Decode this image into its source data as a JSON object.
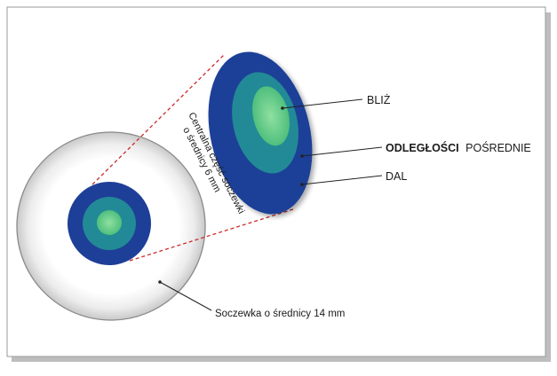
{
  "labels": {
    "near": "BLIŻ",
    "intermediate_bold": "ODLEGŁOŚCI",
    "intermediate_rest": "POŚREDNIE",
    "far": "DAL",
    "lens_diameter": "Soczewka o średnicy 14 mm",
    "central_line1": "Centralna część soczewki",
    "central_line2": "o średnicy 6 mm"
  },
  "colors": {
    "outer_blue": "#1e3f97",
    "mid_teal": "#228a96",
    "inner_green": "#6fd08c",
    "guide_red": "#cc2a2a",
    "lens_gray": "#dcdcdc"
  }
}
